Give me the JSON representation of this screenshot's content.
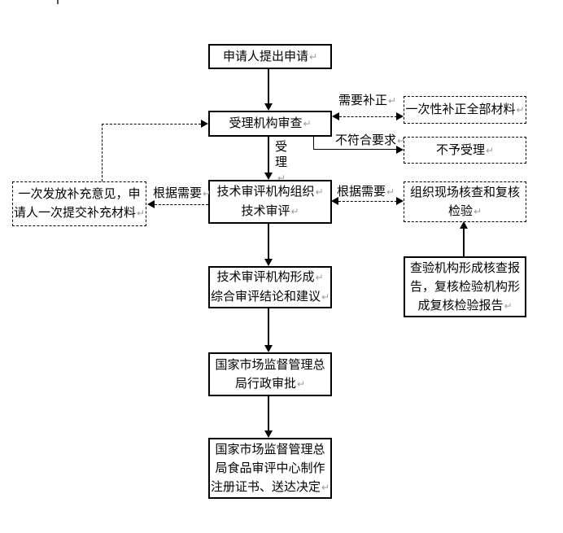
{
  "meta": {
    "line_break_mark": "↵"
  },
  "colors": {
    "ink": "#000000",
    "mark_gray": "#9c9c9c",
    "background": "#ffffff"
  },
  "flow": {
    "nodes": {
      "apply": {
        "text": "申请人提出申请"
      },
      "acceptance_review": {
        "text": "受理机构审查"
      },
      "one_time_supplement": {
        "text": "一次性补正全部材料"
      },
      "not_accepted": {
        "text": "不予受理"
      },
      "tech_review": {
        "line1": "技术审评机构组织",
        "line2": "技术审评"
      },
      "supplement_opinion": {
        "line1": "一次发放补充意见，申",
        "line2": "请人一次提交补充材料"
      },
      "onsite_verification": {
        "line1": "组织现场核查和复核",
        "line2": "检验"
      },
      "verification_report": {
        "line1": "查验机构形成核查报",
        "line2": "告，复核检验机构形",
        "line3": "成复核检验报告"
      },
      "review_conclusion": {
        "line1": "技术审评机构形成",
        "line2": "综合审评结论和建议"
      },
      "admin_approval": {
        "line1": "国家市场监督管理总",
        "line2": "局行政审批"
      },
      "issue_certificate": {
        "line1": "国家市场监督管理总",
        "line2": "局食品审评中心制作",
        "line3": "注册证书、送达决定"
      }
    },
    "edge_labels": {
      "need_correction": "需要补正",
      "not_meet_requirements": "不符合要求",
      "accepted": "受理",
      "as_needed_left": "根据需要",
      "as_needed_right": "根据需要"
    }
  }
}
